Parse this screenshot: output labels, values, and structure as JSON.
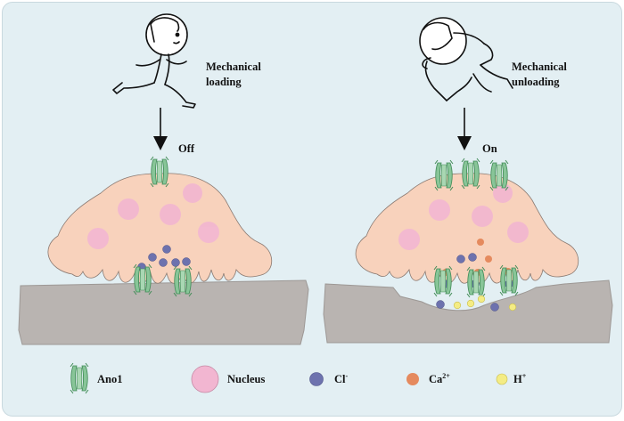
{
  "panels": {
    "left": {
      "stimulus_line1": "Mechanical",
      "stimulus_line2": "loading",
      "state": "Off"
    },
    "right": {
      "stimulus_line1": "Mechanical",
      "stimulus_line2": "unloading",
      "state": "On"
    }
  },
  "legend": {
    "ano1": "Ano1",
    "nucleus": "Nucleus",
    "cl": "Cl",
    "cl_sup": "-",
    "ca": "Ca",
    "ca_sup": "2+",
    "h": "H",
    "h_sup": "+"
  },
  "colors": {
    "background": "#e3eff3",
    "cell": "#f8d2bc",
    "nucleus": "#f2b6d1",
    "bone": "#b9b4b1",
    "channel": "#88c598",
    "cl_ion": "#6d72ae",
    "ca_ion": "#e58a5e",
    "h_ion": "#f4ec84"
  },
  "icons": [
    "running-person-icon",
    "floating-person-icon",
    "down-arrow-icon",
    "ano1-channel-icon"
  ]
}
